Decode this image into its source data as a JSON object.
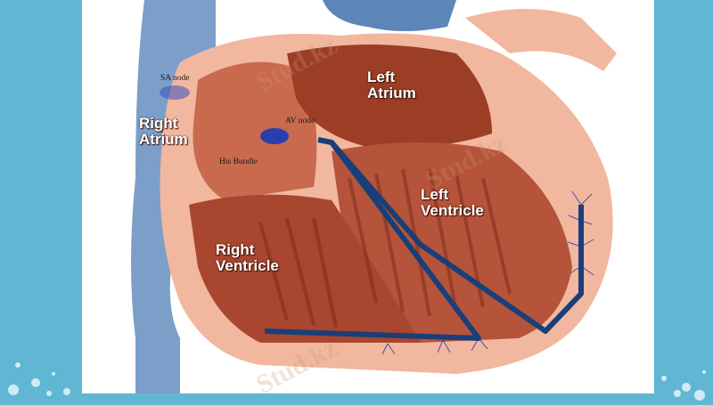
{
  "diagram": {
    "labels": {
      "sa_node": "SA node",
      "av_node": "AV node",
      "his_bundle": "His Bundle",
      "right_atrium": "Right\nAtrium",
      "left_atrium": "Left\nAtrium",
      "left_ventricle": "Left\nVentricle",
      "right_ventricle": "Right\nVentricle"
    },
    "watermark": "Stud.kz"
  },
  "colors": {
    "background": "#5fb7d4",
    "slide": "#ffffff",
    "heart_outer": "#f2b79f",
    "muscle": "#c96a4e",
    "chamber": "#9c3e26",
    "vessel_blue": "#7b9fc9",
    "conduction": "#1a3f78",
    "node": "#3b4fbf"
  }
}
